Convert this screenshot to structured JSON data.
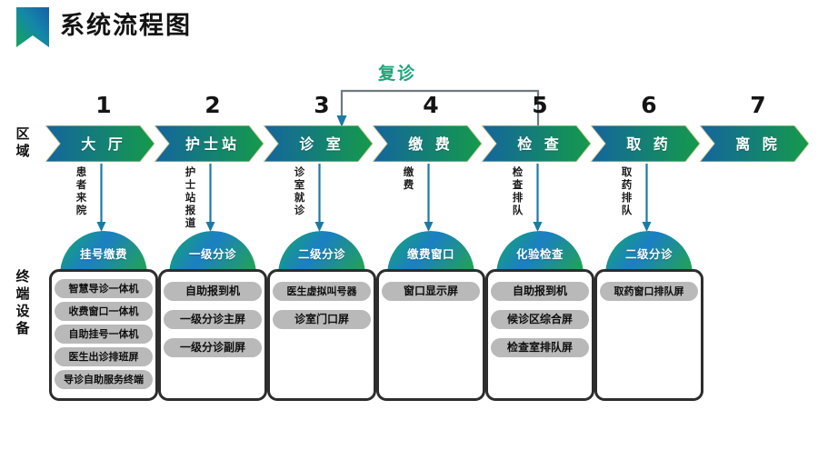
{
  "header": {
    "title": "系统流程图",
    "icon": "bookmark-ribbon-icon"
  },
  "row_labels": {
    "area": "区域",
    "terminal": "终端设备"
  },
  "revisit": {
    "label": "复诊",
    "from_stage": 5,
    "to_stage": 3,
    "color": "#1aa678"
  },
  "colors": {
    "chevron_start": "#14659e",
    "chevron_end": "#159a4b",
    "arrow": "#1a7ba5",
    "pill": "#b9b9b9",
    "card_border": "#2d2d2d",
    "revisit_text": "#1aa678",
    "dome_blue": "#1b7fc4",
    "dome_green": "#21a05c"
  },
  "stages": [
    {
      "number": "1",
      "area": "大 厅",
      "flow": "患者来院"
    },
    {
      "number": "2",
      "area": "护士站",
      "flow": "护士站报道"
    },
    {
      "number": "3",
      "area": "诊 室",
      "flow": "诊室就诊"
    },
    {
      "number": "4",
      "area": "缴 费",
      "flow": "缴费"
    },
    {
      "number": "5",
      "area": "检 查",
      "flow": "检查排队"
    },
    {
      "number": "6",
      "area": "取 药",
      "flow": "取药排队"
    },
    {
      "number": "7",
      "area": "离 院",
      "flow": ""
    }
  ],
  "terminal_groups": [
    {
      "badge": "挂号缴费",
      "items": [
        "智慧导诊一体机",
        "收费窗口一体机",
        "自助挂号一体机",
        "医生出诊排班屏",
        "导诊自助服务终端"
      ]
    },
    {
      "badge": "一级分诊",
      "items": [
        "自助报到机",
        "一级分诊主屏",
        "一级分诊副屏"
      ]
    },
    {
      "badge": "二级分诊",
      "items": [
        "医生虚拟叫号器",
        "诊室门口屏"
      ]
    },
    {
      "badge": "缴费窗口",
      "items": [
        "窗口显示屏"
      ]
    },
    {
      "badge": "化验检查",
      "items": [
        "自助报到机",
        "候诊区综合屏",
        "检查室排队屏"
      ]
    },
    {
      "badge": "二级分诊",
      "items": [
        "取药窗口排队屏"
      ]
    }
  ]
}
